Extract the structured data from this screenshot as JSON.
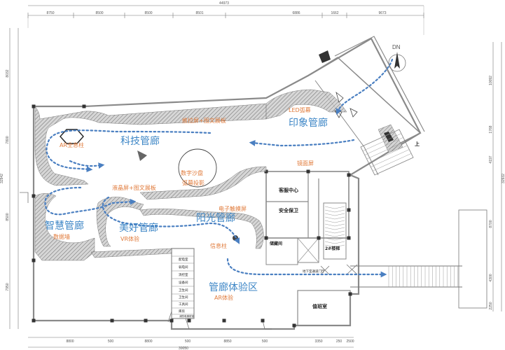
{
  "dimensions": {
    "top_total": "44973",
    "top_segments": [
      "8750",
      "8500",
      "8500",
      "8501",
      "6886",
      "1662",
      "9673"
    ],
    "bottom_total": "39050",
    "bottom_segments": [
      "8800",
      "500",
      "8800",
      "500",
      "8850",
      "500",
      "3350",
      "250",
      "2500"
    ],
    "left_total": "32942",
    "left_segments": [
      "8032",
      "7800",
      "8500",
      "7950"
    ],
    "right_total": "32932",
    "right_segments": [
      "10092",
      "1768",
      "4197",
      "8700",
      "4300",
      "2250"
    ]
  },
  "zones": {
    "tech": "科技管廊",
    "impression": "印象管廊",
    "wisdom": "智慧管廊",
    "beauty": "美好管廊",
    "sunshine": "阳光管廊",
    "experience": "管廊体验区"
  },
  "exhibits": {
    "led_screen": "LED弧幕",
    "push_screen": "推拉屏+图文展板",
    "ar_column": "AR全息柱",
    "digital_sand": "数字沙盘",
    "arc_projection": "弧幕投影",
    "mirror_screen": "镜面屏",
    "lcd_screen": "液晶屏+图文展板",
    "touch_screen": "电子触摸屏",
    "data_wall": "数据墙",
    "vr": "VR体验",
    "info_column": "信息柱",
    "ar_exp": "AR体验"
  },
  "rooms": {
    "customer_service": "客服中心",
    "security": "安全保卫",
    "storage": "储藏间",
    "stairs2": "2#楼梯",
    "basement_door": "地下室通道门厅",
    "duty_room": "值班室",
    "up_label": "上",
    "small_room_1": "配电室",
    "small_room_2": "弱电间",
    "small_room_3": "消控室",
    "small_room_4": "设备间",
    "small_room_5": "卫生间",
    "small_room_6": "卫生间",
    "small_room_7": "工具间",
    "small_room_8": "库房",
    "small_room_9": "消防电梯前室"
  },
  "compass": {
    "label": "DN"
  },
  "colors": {
    "zone_blue": "#3d86c6",
    "exhibit_orange": "#e07a3a",
    "flow_blue": "#4a7fc1",
    "wall_gray": "#8a8a8a",
    "hatch": "#555555"
  }
}
